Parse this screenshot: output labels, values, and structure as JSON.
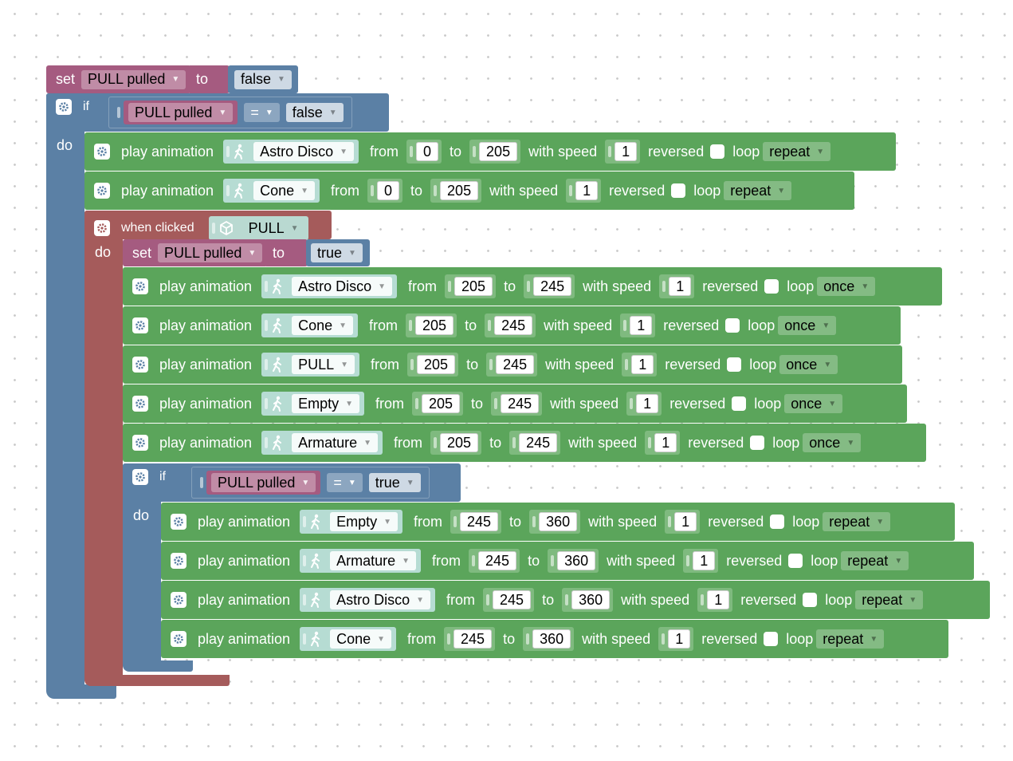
{
  "colors": {
    "control": "#5b80a5",
    "event": "#a55b5b",
    "variable": "#a55b80",
    "logic": "#5b80a5",
    "animation": "#5ba55b",
    "animation_slot": "#7fba7f",
    "mesh_chip": "#b6dcd3"
  },
  "top_set": {
    "set_label": "set",
    "variable": "PULL pulled",
    "to_label": "to",
    "value": "false"
  },
  "outer_if": {
    "if_label": "if",
    "do_label": "do",
    "condition": {
      "variable": "PULL pulled",
      "operator": "=",
      "value": "false"
    }
  },
  "when_clicked": {
    "label": "when clicked",
    "mesh": "PULL",
    "do_label": "do"
  },
  "inner_set": {
    "set_label": "set",
    "variable": "PULL pulled",
    "to_label": "to",
    "value": "true"
  },
  "inner_if": {
    "if_label": "if",
    "do_label": "do",
    "condition": {
      "variable": "PULL pulled",
      "operator": "=",
      "value": "true"
    }
  },
  "labels": {
    "play_animation": "play animation",
    "from": "from",
    "to": "to",
    "with_speed": "with speed",
    "reversed": "reversed",
    "loop": "loop"
  },
  "animations_outer": [
    {
      "mesh": "Astro Disco",
      "from": "0",
      "to": "205",
      "speed": "1",
      "loop": "repeat"
    },
    {
      "mesh": "Cone",
      "from": "0",
      "to": "205",
      "speed": "1",
      "loop": "repeat"
    }
  ],
  "animations_clicked": [
    {
      "mesh": "Astro Disco",
      "from": "205",
      "to": "245",
      "speed": "1",
      "loop": "once"
    },
    {
      "mesh": "Cone",
      "from": "205",
      "to": "245",
      "speed": "1",
      "loop": "once"
    },
    {
      "mesh": "PULL",
      "from": "205",
      "to": "245",
      "speed": "1",
      "loop": "once"
    },
    {
      "mesh": "Empty",
      "from": "205",
      "to": "245",
      "speed": "1",
      "loop": "once"
    },
    {
      "mesh": "Armature",
      "from": "205",
      "to": "245",
      "speed": "1",
      "loop": "once"
    }
  ],
  "animations_inner_if": [
    {
      "mesh": "Empty",
      "from": "245",
      "to": "360",
      "speed": "1",
      "loop": "repeat"
    },
    {
      "mesh": "Armature",
      "from": "245",
      "to": "360",
      "speed": "1",
      "loop": "repeat"
    },
    {
      "mesh": "Astro Disco",
      "from": "245",
      "to": "360",
      "speed": "1",
      "loop": "repeat"
    },
    {
      "mesh": "Cone",
      "from": "245",
      "to": "360",
      "speed": "1",
      "loop": "repeat"
    }
  ]
}
